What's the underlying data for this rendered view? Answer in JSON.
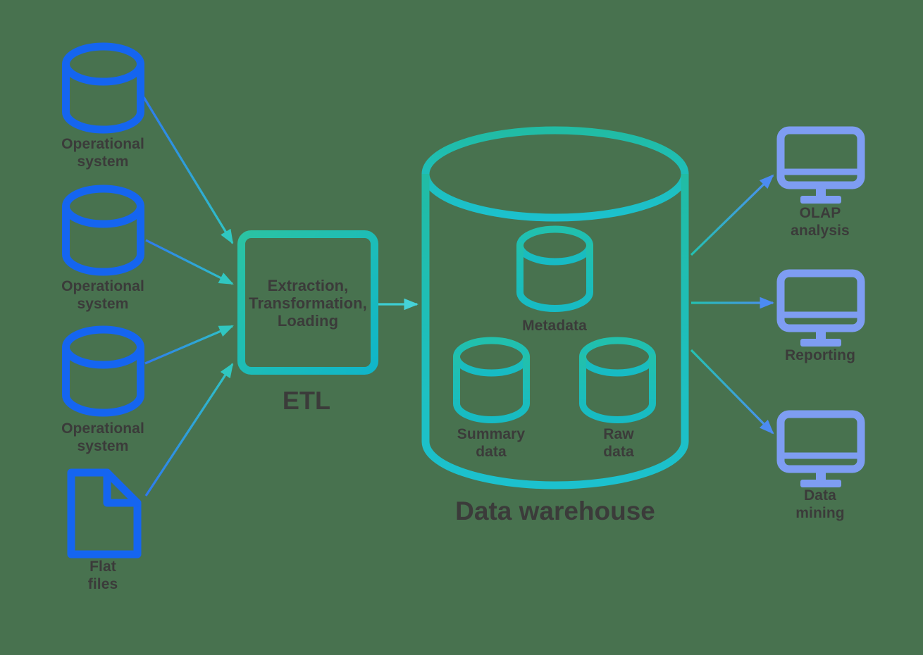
{
  "colors": {
    "background": "#48724F",
    "source_blue": "#1565F0",
    "etl_teal": "#14B8B4",
    "warehouse_teal": "#1FBCAB",
    "consumer_periwinkle": "#7E9DF2",
    "text_dark": "#3B3B3A",
    "arrow_blue": "#2E79F0",
    "arrow_teal": "#2FC7C3",
    "arrow_cyan": "#45D2D8",
    "arrow_head_blue": "#4C8BF2"
  },
  "sources": [
    {
      "label": "Operational\nsystem",
      "icon": "database-icon"
    },
    {
      "label": "Operational\nsystem",
      "icon": "database-icon"
    },
    {
      "label": "Operational\nsystem",
      "icon": "database-icon"
    },
    {
      "label": "Flat\nfiles",
      "icon": "document-icon"
    }
  ],
  "etl": {
    "box_text": "Extraction,\nTransformation,\nLoading",
    "label": "ETL"
  },
  "warehouse": {
    "label": "Data warehouse",
    "components": [
      {
        "label": "Metadata",
        "icon": "database-icon"
      },
      {
        "label": "Summary\ndata",
        "icon": "database-icon"
      },
      {
        "label": "Raw\ndata",
        "icon": "database-icon"
      }
    ]
  },
  "consumers": [
    {
      "label": "OLAP\nanalysis",
      "icon": "monitor-icon"
    },
    {
      "label": "Reporting",
      "icon": "monitor-icon"
    },
    {
      "label": "Data\nmining",
      "icon": "monitor-icon"
    }
  ]
}
